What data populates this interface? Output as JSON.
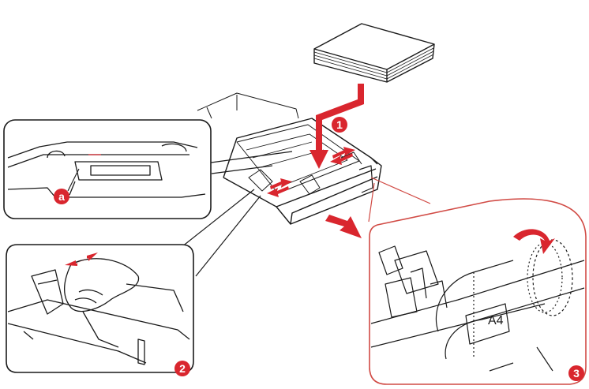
{
  "colors": {
    "accent": "#d9262e",
    "line": "#1a1a1a",
    "callout_border": "#d14b45",
    "background": "#ffffff"
  },
  "markers": [
    {
      "id": "step-1",
      "label": "1"
    },
    {
      "id": "point-a",
      "label": "a"
    },
    {
      "id": "step-2",
      "label": "2"
    },
    {
      "id": "step-3",
      "label": "3"
    }
  ],
  "dial": {
    "size_label": "A4"
  }
}
